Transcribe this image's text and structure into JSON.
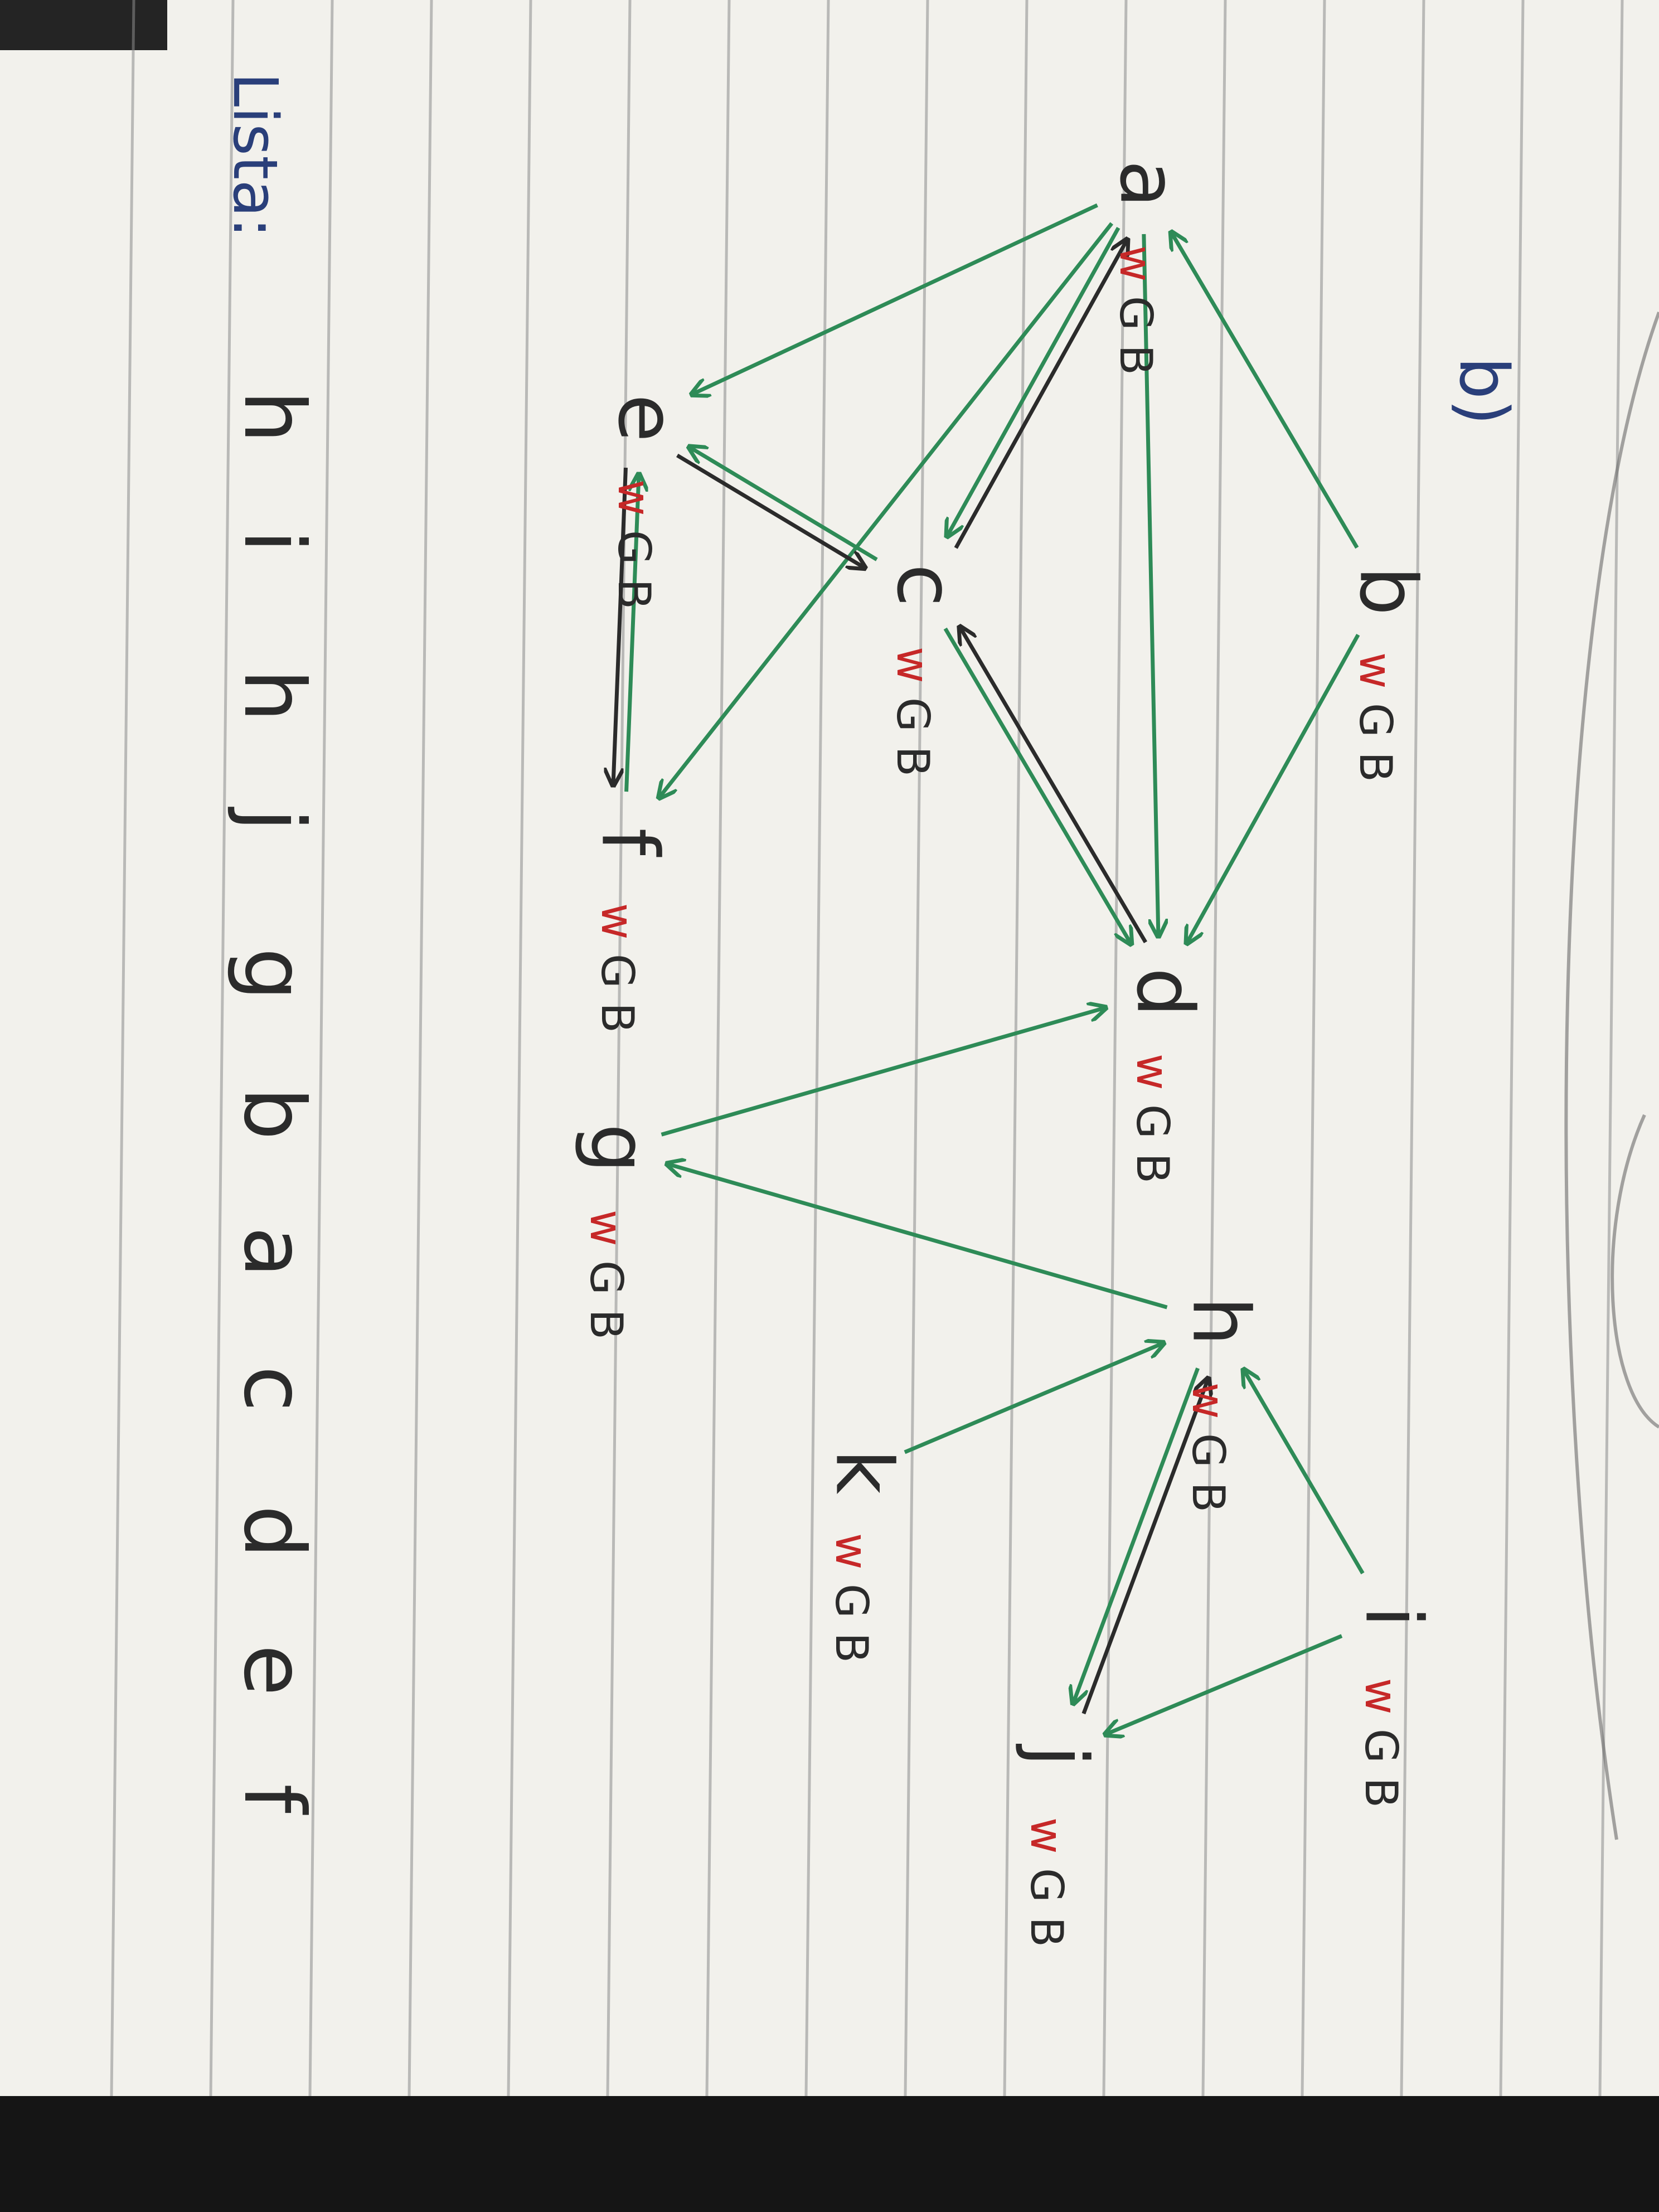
{
  "part_label": "b)",
  "list_label": "Lista:",
  "list_items": [
    "h",
    "i",
    "h",
    "j",
    "g",
    "b",
    "a",
    "c",
    "d",
    "e",
    "f"
  ],
  "nodes": [
    {
      "id": "a",
      "label": "a",
      "marks": [
        "w",
        "G",
        "B"
      ]
    },
    {
      "id": "b",
      "label": "b",
      "marks": [
        "w",
        "G",
        "B"
      ]
    },
    {
      "id": "c",
      "label": "c",
      "marks": [
        "w",
        "G",
        "B"
      ]
    },
    {
      "id": "d",
      "label": "d",
      "marks": [
        "w",
        "G",
        "B"
      ]
    },
    {
      "id": "e",
      "label": "e",
      "marks": [
        "w",
        "G",
        "B"
      ]
    },
    {
      "id": "f",
      "label": "f",
      "marks": [
        "w",
        "G",
        "B"
      ]
    },
    {
      "id": "g",
      "label": "g",
      "marks": [
        "w",
        "G",
        "B"
      ]
    },
    {
      "id": "h",
      "label": "h",
      "marks": [
        "w",
        "G",
        "B"
      ]
    },
    {
      "id": "i",
      "label": "i",
      "marks": [
        "w",
        "G",
        "B"
      ]
    },
    {
      "id": "j",
      "label": "j",
      "marks": [
        "w",
        "G",
        "B"
      ]
    },
    {
      "id": "k",
      "label": "k",
      "marks": [
        "w",
        "G",
        "B"
      ]
    }
  ],
  "edges": [
    {
      "from": "b",
      "to": "a",
      "color": "green"
    },
    {
      "from": "b",
      "to": "d",
      "color": "green"
    },
    {
      "from": "a",
      "to": "e",
      "color": "green"
    },
    {
      "from": "a",
      "to": "c",
      "color": "green"
    },
    {
      "from": "c",
      "to": "a",
      "color": "black"
    },
    {
      "from": "a",
      "to": "d",
      "color": "green"
    },
    {
      "from": "a",
      "to": "f",
      "color": "green"
    },
    {
      "from": "e",
      "to": "c",
      "color": "black"
    },
    {
      "from": "c",
      "to": "e",
      "color": "green"
    },
    {
      "from": "e",
      "to": "f",
      "color": "black"
    },
    {
      "from": "f",
      "to": "e",
      "color": "green"
    },
    {
      "from": "c",
      "to": "d",
      "color": "green"
    },
    {
      "from": "d",
      "to": "c",
      "color": "black"
    },
    {
      "from": "g",
      "to": "d",
      "color": "green"
    },
    {
      "from": "h",
      "to": "g",
      "color": "green"
    },
    {
      "from": "i",
      "to": "h",
      "color": "green"
    },
    {
      "from": "i",
      "to": "j",
      "color": "green"
    },
    {
      "from": "h",
      "to": "j",
      "color": "green"
    },
    {
      "from": "j",
      "to": "h",
      "color": "black"
    },
    {
      "from": "k",
      "to": "h",
      "color": "green"
    }
  ],
  "colors": {
    "paper": "#f2f1ec",
    "rule_line": "#8c8c8c",
    "green_ink": "#2e8b57",
    "black_ink": "#2b2b2b",
    "red_ink": "#c62828",
    "blue_ink": "#2a3f7a"
  }
}
